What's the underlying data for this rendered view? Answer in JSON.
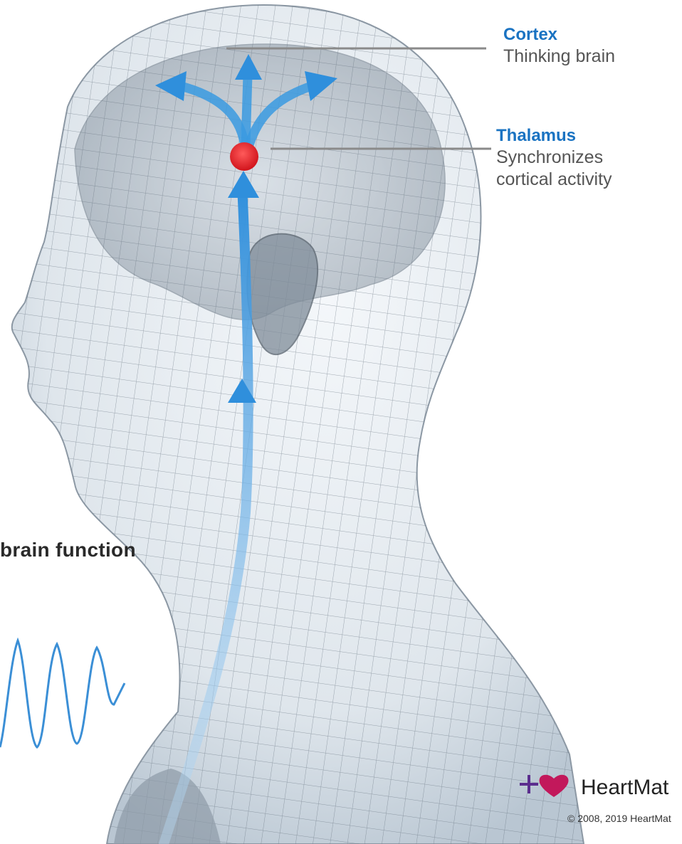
{
  "labels": {
    "cortex": {
      "title": "Cortex",
      "subtitle": "Thinking brain"
    },
    "thalamus": {
      "title": "Thalamus",
      "subtitle_line1": "Synchronizes",
      "subtitle_line2": "cortical activity"
    }
  },
  "caption": "brain function",
  "brand": {
    "name": "HeartMat",
    "copyright": "© 2008, 2019 HeartMat"
  },
  "colors": {
    "label_title": "#1a73c2",
    "leader_line": "#8a8a8a",
    "arrow": "#4aa3e0",
    "thalamus_dot": "#e8222b",
    "wave": "#3b8fd6",
    "logo_plus": "#5b2d8e",
    "logo_heart": "#c2185b"
  },
  "icons": [
    "plus-icon",
    "heart-icon"
  ]
}
